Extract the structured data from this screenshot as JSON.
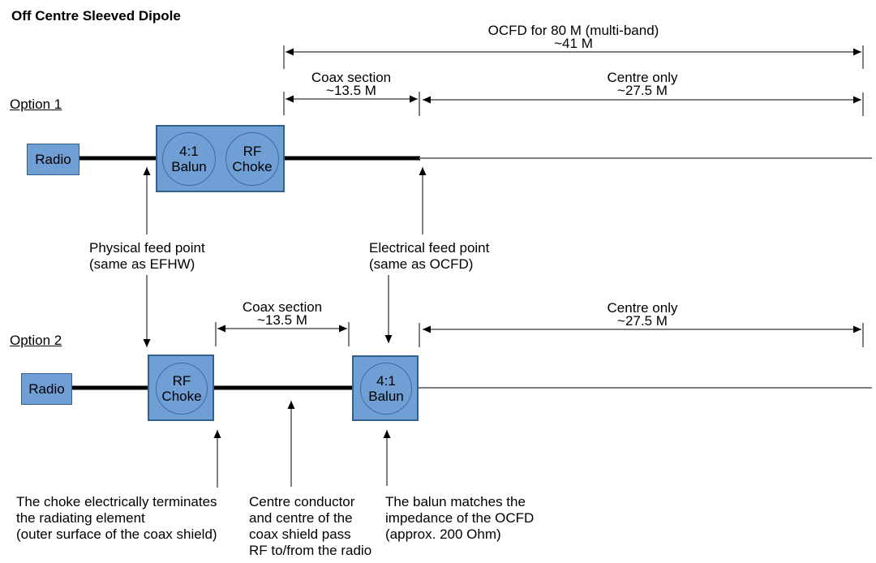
{
  "title": "Off Centre Sleeved Dipole",
  "colors": {
    "box_fill": "#6f9fd4",
    "box_border": "#33608c",
    "circle_stroke": "#3c6ca0",
    "wire_gray": "#7f7f7f",
    "ink": "#000000",
    "background": "#ffffff"
  },
  "options": {
    "option1": {
      "label": "Option 1",
      "radio_label": "Radio",
      "balun_label": "4:1\nBalun",
      "choke_label": "RF\nChoke"
    },
    "option2": {
      "label": "Option 2",
      "radio_label": "Radio",
      "choke_label": "RF\nChoke",
      "balun_label": "4:1\nBalun"
    }
  },
  "dimensions": {
    "ocfd": {
      "label": "OCFD for 80 M (multi-band)",
      "value": "~41 M"
    },
    "coax_option1": {
      "label": "Coax section",
      "value": "~13.5 M"
    },
    "centre_option1": {
      "label": "Centre only",
      "value": "~27.5 M"
    },
    "coax_option2": {
      "label": "Coax section",
      "value": "~13.5 M"
    },
    "centre_option2": {
      "label": "Centre only",
      "value": "~27.5 M"
    }
  },
  "annotations": {
    "physical_feed": "Physical feed point\n(same as EFHW)",
    "electrical_feed": "Electrical feed point\n(same as OCFD)",
    "choke_note": "The choke electrically terminates\nthe radiating element\n(outer surface of the coax shield)",
    "centre_note": "Centre conductor\nand centre of the\ncoax shield pass\nRF to/from the radio",
    "balun_note": "The balun matches the\nimpedance of the OCFD\n(approx. 200 Ohm)"
  }
}
